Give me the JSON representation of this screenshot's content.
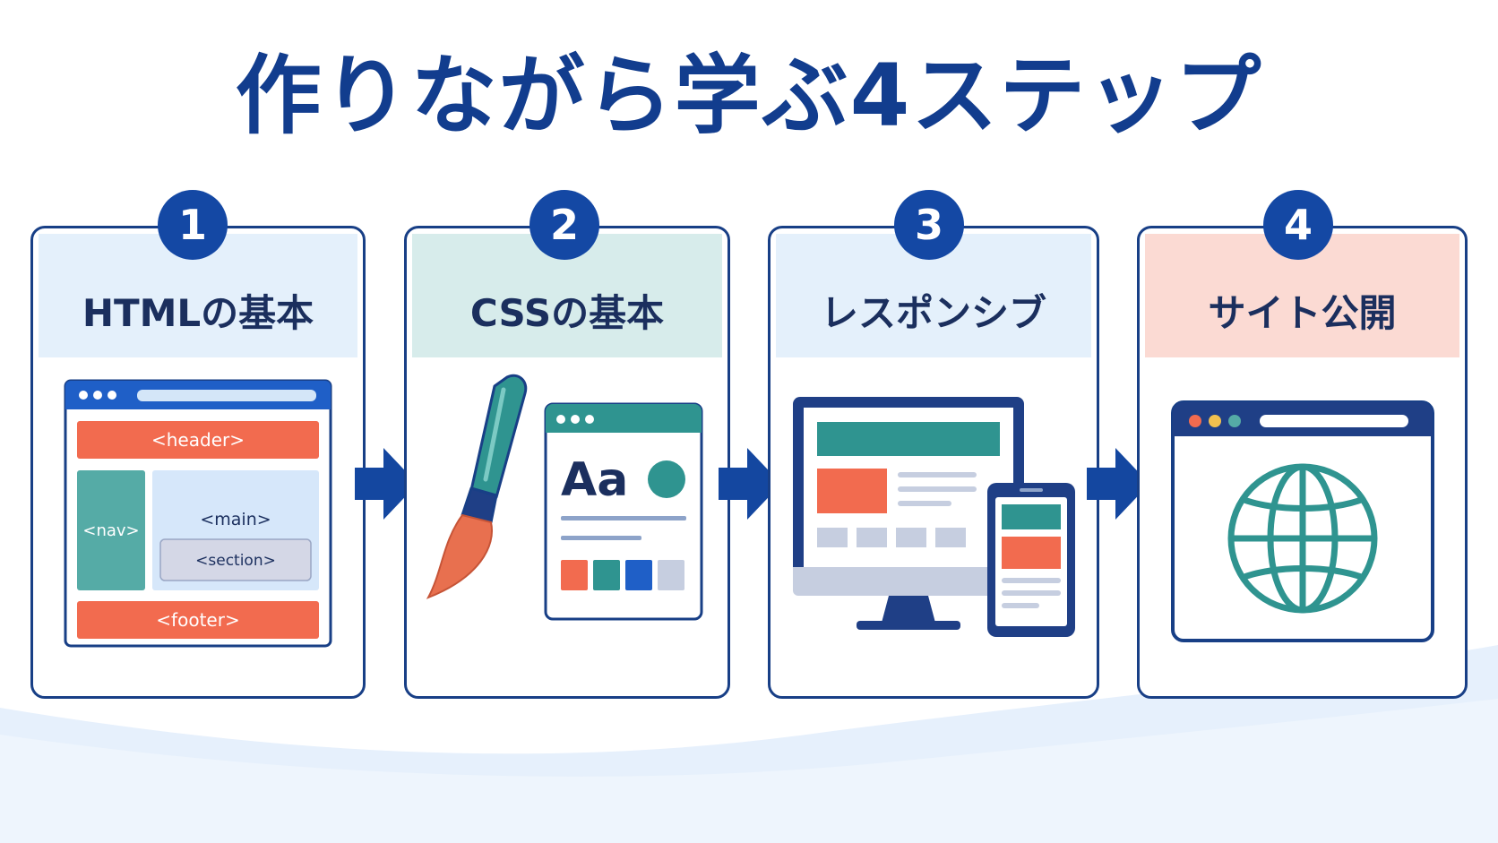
{
  "title": "作りながら学ぶ4ステップ",
  "colors": {
    "navy": "#183f86",
    "title": "#123d8e",
    "badge": "#1448a4",
    "orange": "#f26b4f",
    "teal": "#2f9490",
    "blue": "#1f5fc7",
    "step1_header_bg": "#e4f0fb",
    "step2_header_bg": "#d7eceb",
    "step3_header_bg": "#e4f0fb",
    "step4_header_bg": "#fbdad3"
  },
  "steps": [
    {
      "number": "1",
      "label": "HTMLの基本",
      "icon": "html-layout-icon",
      "tags": {
        "header": "<header>",
        "nav": "<nav>",
        "main": "<main>",
        "section": "<section>",
        "footer": "<footer>"
      }
    },
    {
      "number": "2",
      "label": "CSSの基本",
      "icon": "paintbrush-design-icon",
      "sample_text": "Aa"
    },
    {
      "number": "3",
      "label": "レスポンシブ",
      "icon": "desktop-and-phone-icon"
    },
    {
      "number": "4",
      "label": "サイト公開",
      "icon": "browser-globe-icon"
    }
  ]
}
